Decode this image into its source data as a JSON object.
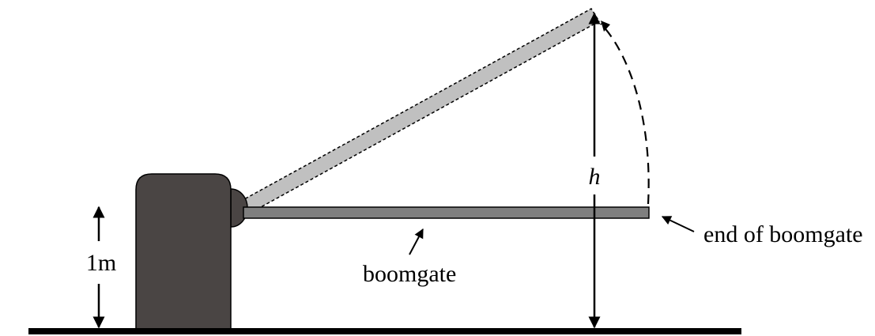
{
  "labels": {
    "one_metre": "1m",
    "boomgate": "boomgate",
    "height": "h",
    "end_of_boomgate": "end of boomgate"
  },
  "colors": {
    "post": "#4a4544",
    "boom_lowered": "#7f7f7f",
    "boom_raised": "#c0c0c0",
    "line": "#000000"
  }
}
